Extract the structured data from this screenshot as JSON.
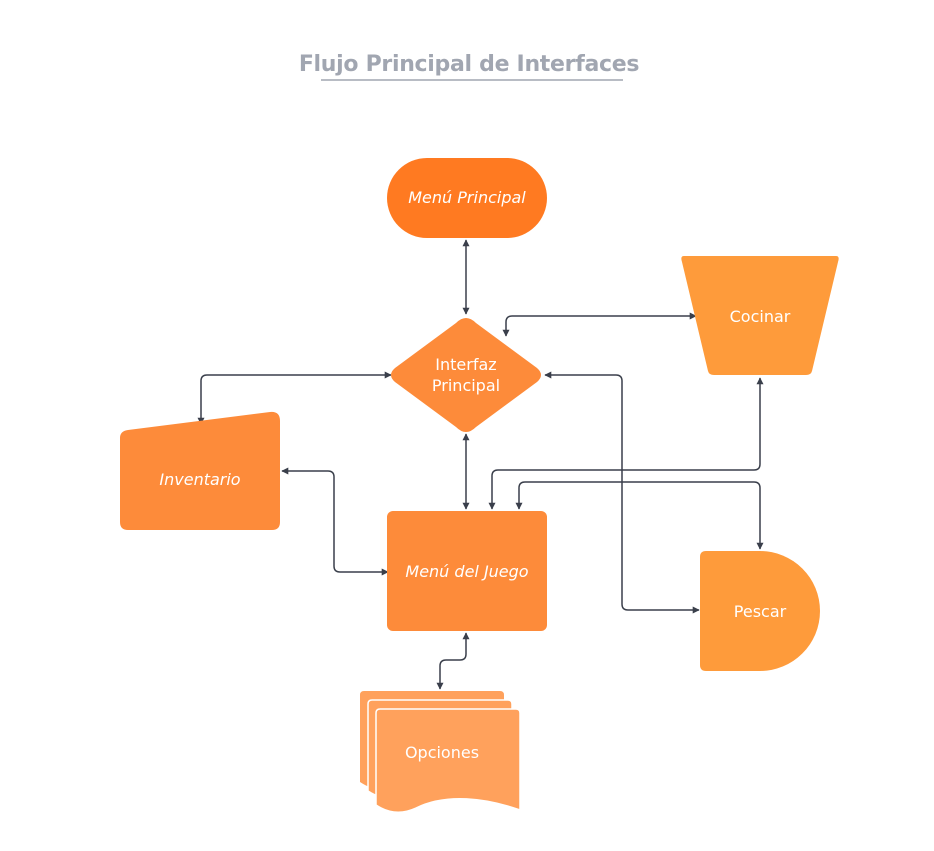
{
  "title": "Flujo Principal de Interfaces",
  "colors": {
    "title": "#a1a6b1",
    "title_underline": "#a1a6b1",
    "connector": "#3a3f4b",
    "node_dark": "#ff7a21",
    "node_medium": "#fd8b3a",
    "node_light": "#fe9b3b",
    "node_lighter": "#ffa15c",
    "label": "#ffffff"
  },
  "nodes": {
    "menu_principal": {
      "label": "Menú Principal",
      "shape": "terminator"
    },
    "interfaz_principal": {
      "label_lines": [
        "Interfaz",
        "Principal"
      ],
      "shape": "decision"
    },
    "cocinar": {
      "label": "Cocinar",
      "shape": "manual-operation"
    },
    "inventario": {
      "label": "Inventario",
      "shape": "manual-input"
    },
    "menu_juego": {
      "label": "Menú del Juego",
      "shape": "process"
    },
    "pescar": {
      "label": "Pescar",
      "shape": "delay"
    },
    "opciones": {
      "label": "Opciones",
      "shape": "multi-document"
    }
  }
}
